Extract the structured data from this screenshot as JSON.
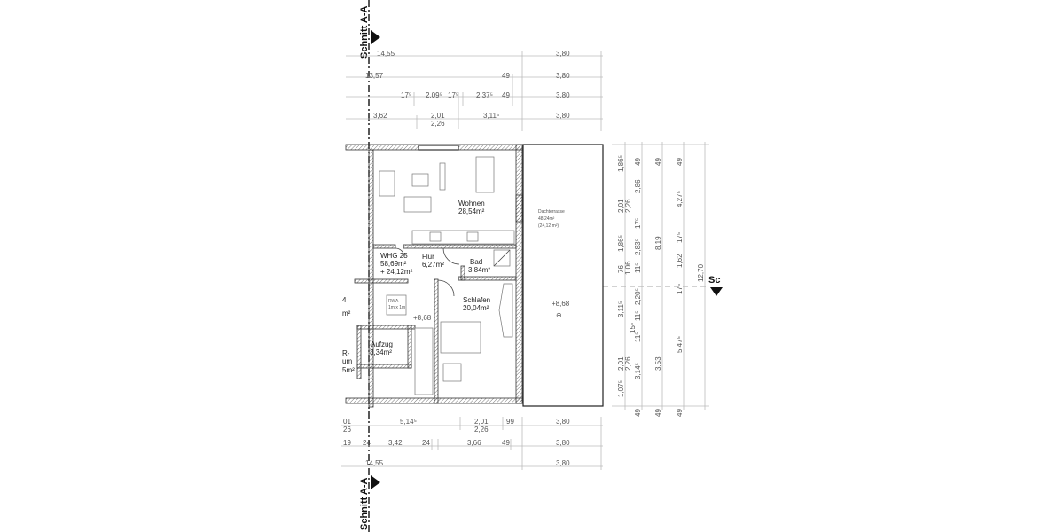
{
  "sections": {
    "a_top": "Schnitt A-A",
    "a_bottom": "Schnitt A-A",
    "right_partial": "Sc"
  },
  "rooms": {
    "wohnen": {
      "name": "Wohnen",
      "area": "28,54m²"
    },
    "flur": {
      "name": "Flur",
      "area": "6,27m²"
    },
    "bad": {
      "name": "Bad",
      "area": "3,84m²"
    },
    "schlafen": {
      "name": "Schlafen",
      "area": "20,04m²"
    },
    "whg": {
      "name": "WHG 25",
      "area": "58,69m²",
      "extra": "+ 24,12m²"
    },
    "aufzug": {
      "name": "Aufzug",
      "area": "3,34m²"
    },
    "terrasse": {
      "name": "Dachterrasse",
      "area": "48,24m²",
      "extra": "(24,12 m²)"
    },
    "rwa": {
      "name": "RWA",
      "size": "1m x 1m"
    },
    "partial_left": [
      "4",
      "m²",
      "R-",
      "um",
      "5m²"
    ]
  },
  "levels": {
    "floor": "+8,68",
    "terrace": "+8,68"
  },
  "dimensions": {
    "top": [
      [
        "14,55",
        "3,80"
      ],
      [
        "13,57",
        "49",
        "3,80"
      ],
      [
        "17⁵",
        "2,09⁵",
        "17⁵",
        "2,37⁵",
        "49",
        "3,80"
      ],
      [
        "3,62",
        "2,01",
        "2,26",
        "3,11⁵",
        "3,80"
      ]
    ],
    "bottom": [
      [
        "01",
        "26",
        "5,14⁵",
        "2,01",
        "2,26",
        "99",
        "3,80"
      ],
      [
        "19",
        "24",
        "3,42",
        "24",
        "3,66",
        "49",
        "3,80"
      ],
      [
        "14,55",
        "3,80"
      ]
    ],
    "right": [
      [
        "1,86⁵",
        "2,01",
        "2,26",
        "1,86⁵",
        "76",
        "1,06",
        "3,11⁵",
        "2,01",
        "2,26",
        "1,07⁵"
      ],
      [
        "49",
        "2,86",
        "17⁵",
        "2,83⁵",
        "11⁵",
        "2,20⁵",
        "11⁵",
        "15⁵",
        "11⁵",
        "3,14⁵",
        "49"
      ],
      [
        "49",
        "8,19",
        "3,53",
        "49"
      ],
      [
        "49",
        "4,27⁵",
        "17⁵",
        "1,62",
        "17⁵",
        "5,47⁵",
        "49"
      ],
      [
        "12,70"
      ]
    ]
  }
}
